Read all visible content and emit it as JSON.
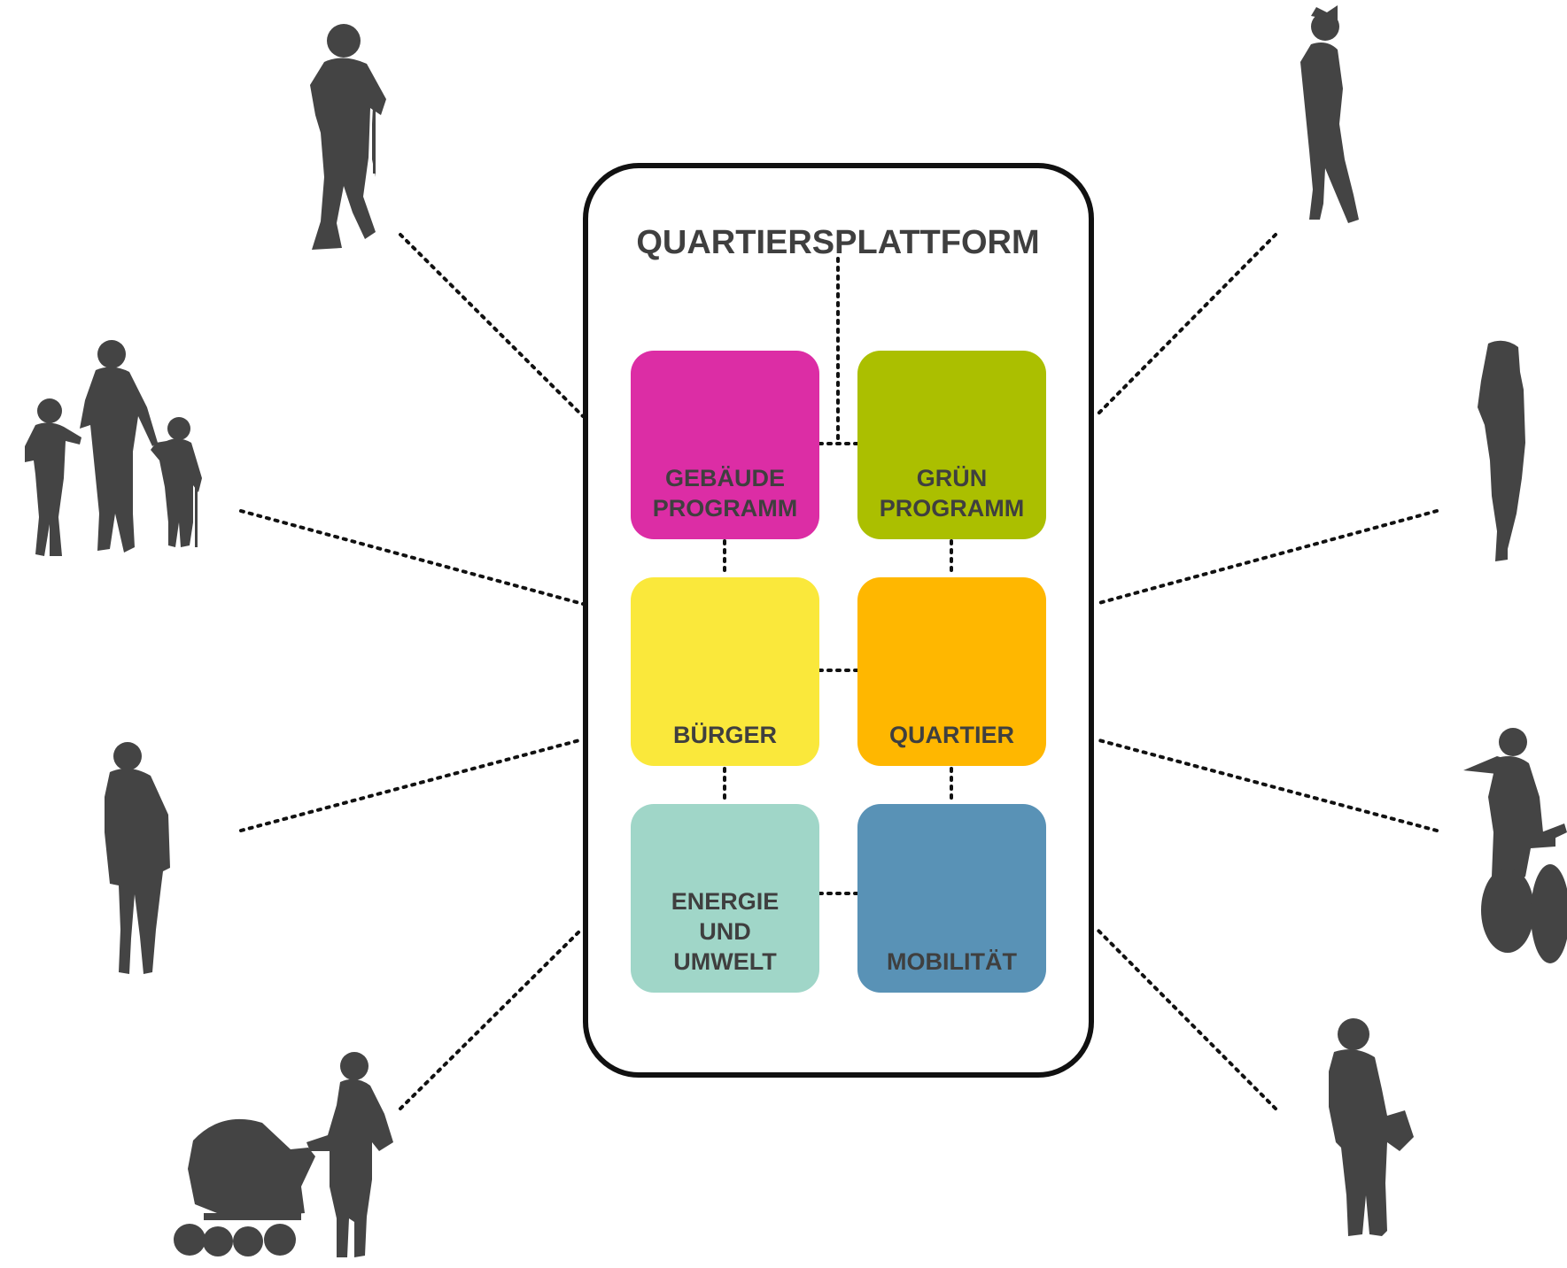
{
  "platform": {
    "title": "QUARTIERSPLATTFORM"
  },
  "tiles": [
    {
      "id": "gebaeude",
      "lines": [
        "GEBÄUDE",
        "PROGRAMM"
      ],
      "color": "#DC2DA5"
    },
    {
      "id": "gruen",
      "lines": [
        "GRÜN",
        "PROGRAMM"
      ],
      "color": "#ABBF00"
    },
    {
      "id": "buerger",
      "lines": [
        "BÜRGER"
      ],
      "color": "#FAE83B"
    },
    {
      "id": "quartier",
      "lines": [
        "QUARTIER"
      ],
      "color": "#FFB700"
    },
    {
      "id": "energie",
      "lines": [
        "ENERGIE",
        "UND",
        "UMWELT"
      ],
      "color": "#A0D6C8"
    },
    {
      "id": "mobilitaet",
      "lines": [
        "MOBILITÄT"
      ],
      "color": "#5992B6"
    }
  ],
  "colors": {
    "silhouette": "#444444",
    "label_text": "#3F3F3F",
    "connector": "#111111"
  },
  "people": [
    {
      "icon": "walking-man-with-cane-icon"
    },
    {
      "icon": "parent-with-two-children-icon"
    },
    {
      "icon": "man-with-scarf-icon"
    },
    {
      "icon": "woman-with-stroller-icon"
    },
    {
      "icon": "young-woman-standing-icon"
    },
    {
      "icon": "woman-walking-icon"
    },
    {
      "icon": "girl-on-bicycle-icon"
    },
    {
      "icon": "woman-with-bag-icon"
    }
  ]
}
